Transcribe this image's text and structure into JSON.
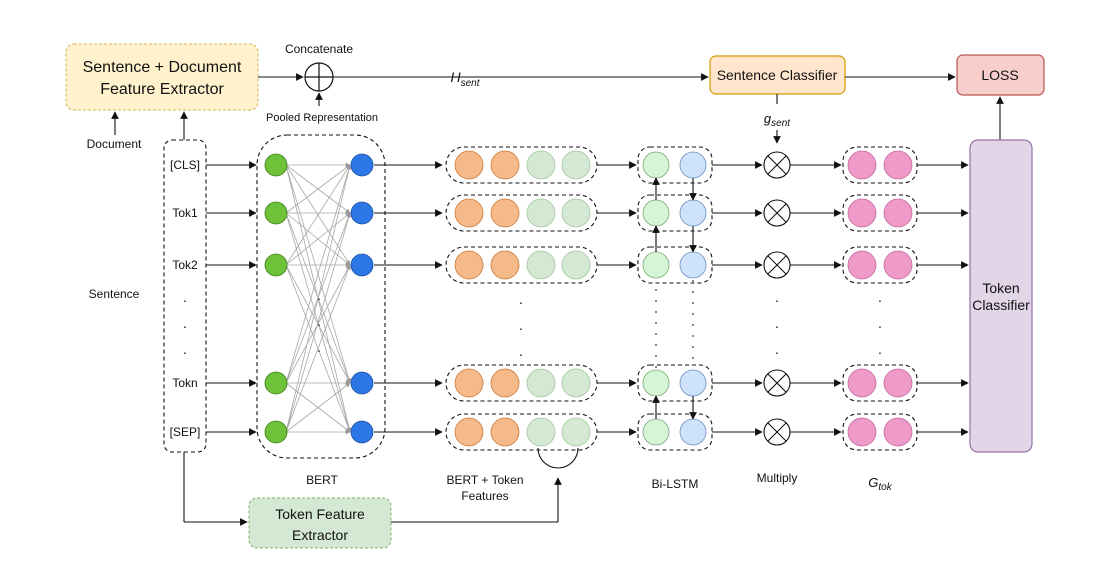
{
  "colors": {
    "sentence_doc_extractor_fill": "#fff2cc",
    "sentence_doc_extractor_stroke": "#d6b656",
    "sentence_classifier_fill": "#ffe6cc",
    "sentence_classifier_stroke": "#d79b00",
    "loss_fill": "#f8cecc",
    "loss_stroke": "#b85450",
    "token_classifier_fill": "#e1d5e7",
    "token_classifier_stroke": "#9673a6",
    "token_feature_extractor_fill": "#d5e8d4",
    "token_feature_extractor_stroke": "#82b366",
    "bert_green_node": "#6ec23a",
    "bert_blue_node": "#2d76e6",
    "feature_orange_node": "#f5b98a",
    "feature_lightgreen_node": "#d5e8d4",
    "lstm_green_node": "#d6f5d6",
    "lstm_blue_node": "#cfe2fb",
    "gtok_pink_node": "#ef9ac8"
  },
  "labels": {
    "sentence_doc_extractor_line1": "Sentence + Document",
    "sentence_doc_extractor_line2": "Feature Extractor",
    "concatenate": "Concatenate",
    "h_sent_main": "H",
    "h_sent_sub": "sent",
    "sentence_classifier": "Sentence Classifier",
    "loss": "LOSS",
    "pooled_representation": "Pooled Representation",
    "g_sent_main": "g",
    "g_sent_sub": "sent",
    "document": "Document",
    "sentence": "Sentence",
    "bert": "BERT",
    "bert_token_features_line1": "BERT + Token",
    "bert_token_features_line2": "Features",
    "bi_lstm": "Bi-LSTM",
    "multiply": "Multiply",
    "g_tok_main": "G",
    "g_tok_sub": "tok",
    "token_classifier_line1": "Token",
    "token_classifier_line2": "Classifier",
    "token_feature_extractor_line1": "Token Feature",
    "token_feature_extractor_line2": "Extractor",
    "dot": "."
  },
  "tokens": [
    "[CLS]",
    "Tok1",
    "Tok2",
    "Tokn",
    "[SEP]"
  ]
}
